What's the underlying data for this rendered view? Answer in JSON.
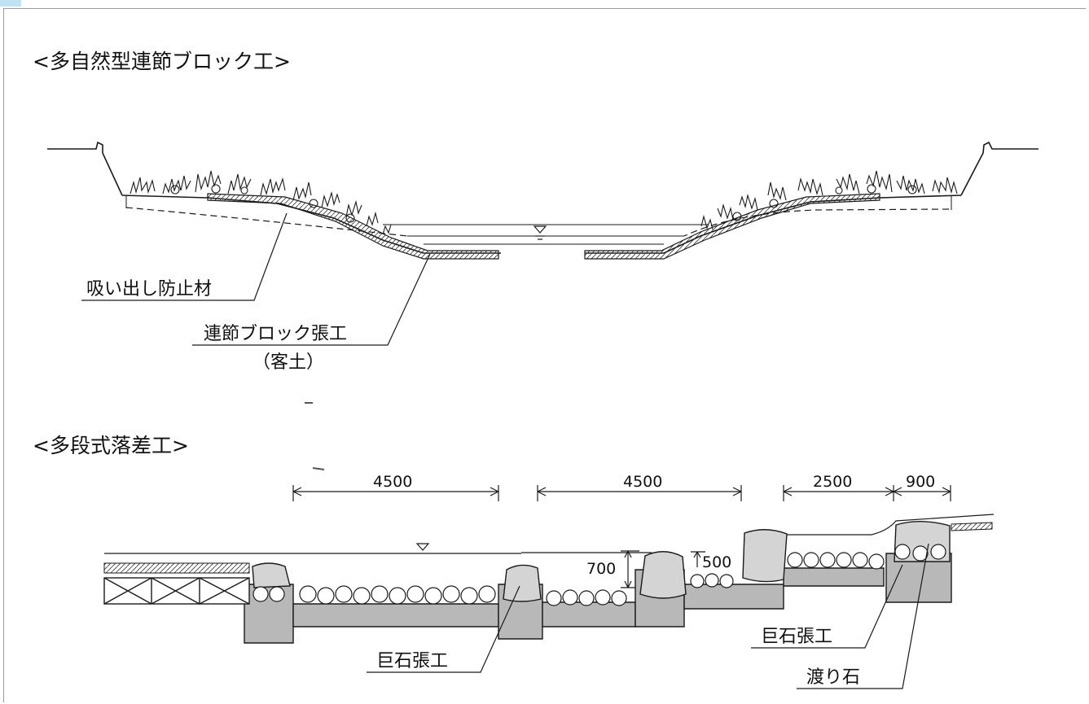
{
  "section1": {
    "title": "<多自然型連節ブロック工>",
    "labels": {
      "suction_prevention": "吸い出し防止材",
      "block_work": "連節ブロック張工",
      "soil_cover": "（客土）"
    }
  },
  "section2": {
    "title": "<多段式落差工>",
    "dimensions": {
      "d1": "4500",
      "d2": "4500",
      "d3": "2500",
      "d4": "900",
      "h1": "700",
      "h2": "500"
    },
    "labels": {
      "boulder_work_left": "巨石張工",
      "boulder_work_right": "巨石張工",
      "stepping_stone": "渡り石"
    }
  },
  "colors": {
    "stroke": "#1a1a1a",
    "concrete": "#b8b8b8",
    "stone": "#d4d4d4",
    "frame": "#9a9a9a"
  }
}
